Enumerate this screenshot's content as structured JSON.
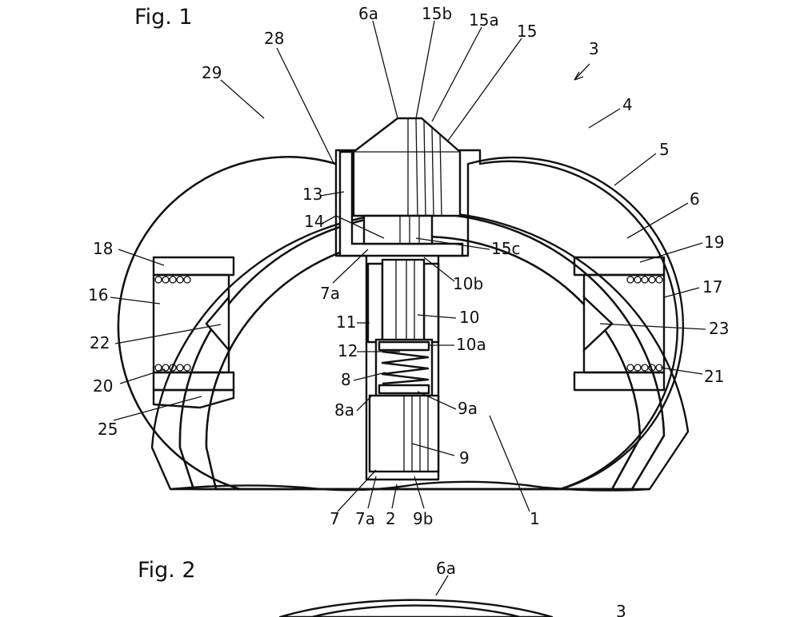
{
  "figures": [
    {
      "id": "fig1",
      "title": "Fig. 1"
    },
    {
      "id": "fig2",
      "title": "Fig. 2"
    }
  ],
  "fig1_labels": {
    "l6a": "6a",
    "l15b": "15b",
    "l15a": "15a",
    "l15": "15",
    "l3": "3",
    "l28": "28",
    "l29": "29",
    "l4": "4",
    "l5": "5",
    "l6": "6",
    "l13": "13",
    "l14": "14",
    "l15c": "15c",
    "l18": "18",
    "l19": "19",
    "l7a_top": "7a",
    "l10b": "10b",
    "l16": "16",
    "l17": "17",
    "l10": "10",
    "l11": "11",
    "l22": "22",
    "l23": "23",
    "l12": "12",
    "l10a": "10a",
    "l8": "8",
    "l20": "20",
    "l21": "21",
    "l9a": "9a",
    "l8a": "8a",
    "l25": "25",
    "l9": "9",
    "l7": "7",
    "l7a_bottom": "7a",
    "l2": "2",
    "l9b": "9b",
    "l1": "1"
  },
  "fig2_labels": {
    "l6a": "6a",
    "l3": "3"
  }
}
